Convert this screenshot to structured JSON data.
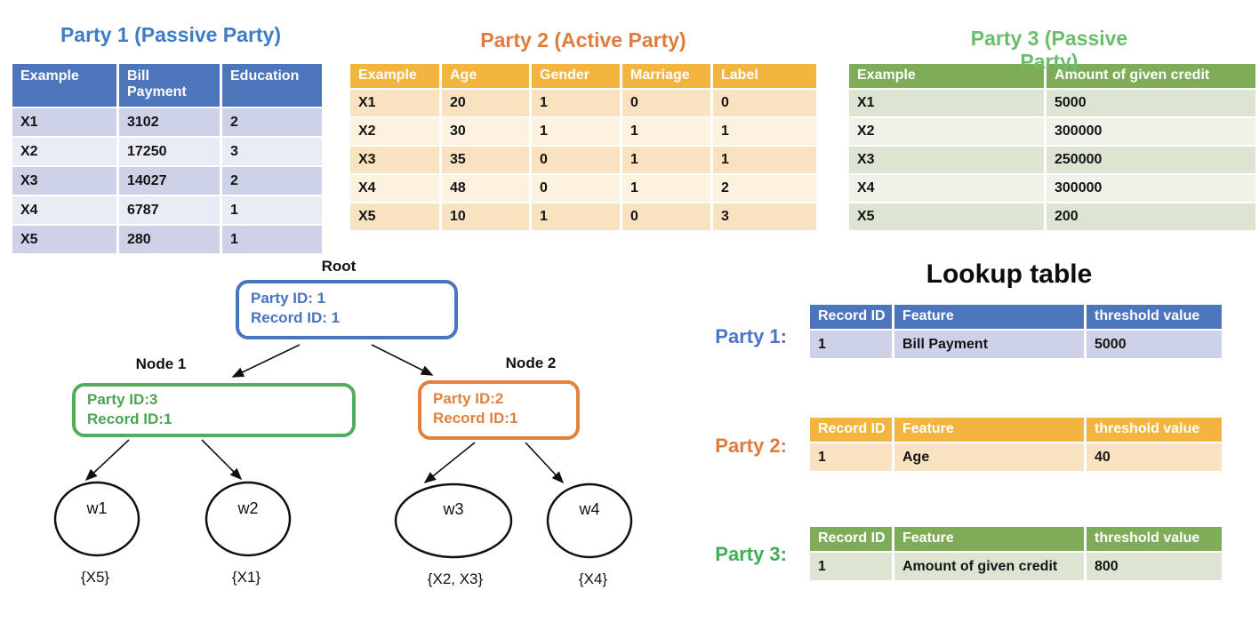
{
  "party1": {
    "title": "Party 1 (Passive Party)",
    "columns": [
      "Example",
      "Bill Payment",
      "Education"
    ],
    "rows": [
      [
        "X1",
        "3102",
        "2"
      ],
      [
        "X2",
        "17250",
        "3"
      ],
      [
        "X3",
        "14027",
        "2"
      ],
      [
        "X4",
        "6787",
        "1"
      ],
      [
        "X5",
        "280",
        "1"
      ]
    ]
  },
  "party2": {
    "title": "Party 2 (Active Party)",
    "columns": [
      "Example",
      "Age",
      "Gender",
      "Marriage",
      "Label"
    ],
    "rows": [
      [
        "X1",
        "20",
        "1",
        "0",
        "0"
      ],
      [
        "X2",
        "30",
        "1",
        "1",
        "1"
      ],
      [
        "X3",
        "35",
        "0",
        "1",
        "1"
      ],
      [
        "X4",
        "48",
        "0",
        "1",
        "2"
      ],
      [
        "X5",
        "10",
        "1",
        "0",
        "3"
      ]
    ]
  },
  "party3": {
    "title": "Party 3 (Passive Party)",
    "columns": [
      "Example",
      "Amount of given credit"
    ],
    "rows": [
      [
        "X1",
        "5000"
      ],
      [
        "X2",
        "300000"
      ],
      [
        "X3",
        "250000"
      ],
      [
        "X4",
        "300000"
      ],
      [
        "X5",
        "200"
      ]
    ]
  },
  "tree": {
    "root": {
      "label": "Root",
      "line1": "Party ID: 1",
      "line2": "Record ID: 1"
    },
    "node1": {
      "label": "Node 1",
      "line1": "Party ID:3",
      "line2": "Record ID:1"
    },
    "node2": {
      "label": "Node 2",
      "line1": "Party ID:2",
      "line2": "Record ID:1"
    },
    "leaves": [
      {
        "label": "w1",
        "set": "{X5}"
      },
      {
        "label": "w2",
        "set": "{X1}"
      },
      {
        "label": "w3",
        "set": "{X2, X3}"
      },
      {
        "label": "w4",
        "set": "{X4}"
      }
    ]
  },
  "lookup": {
    "title": "Lookup table",
    "columns": [
      "Record ID",
      "Feature",
      "threshold value"
    ],
    "tables": [
      {
        "party_label": "Party 1:",
        "row": [
          "1",
          "Bill Payment",
          "5000"
        ]
      },
      {
        "party_label": "Party 2:",
        "row": [
          "1",
          "Age",
          "40"
        ]
      },
      {
        "party_label": "Party 3:",
        "row": [
          "1",
          "Amount of given credit",
          "800"
        ]
      }
    ]
  },
  "colors": {
    "party1_header": "#4C75BB",
    "party1_title": "#3E7DC6",
    "party1_row_dark": "#CDD2E8",
    "party1_row_light": "#E9EBF5",
    "party2_header": "#F2B640",
    "party2_title": "#DF7B3E",
    "party2_row_dark": "#F8E2C0",
    "party2_row_light": "#FDF2E0",
    "party3_header": "#7FAC58",
    "party3_title": "#69BE69",
    "party3_row_dark": "#DDE5D2",
    "party3_row_light": "#EEF2E8",
    "tree_blue": "#4A73C0",
    "tree_green": "#56AC5B",
    "tree_orange": "#E0823E"
  }
}
